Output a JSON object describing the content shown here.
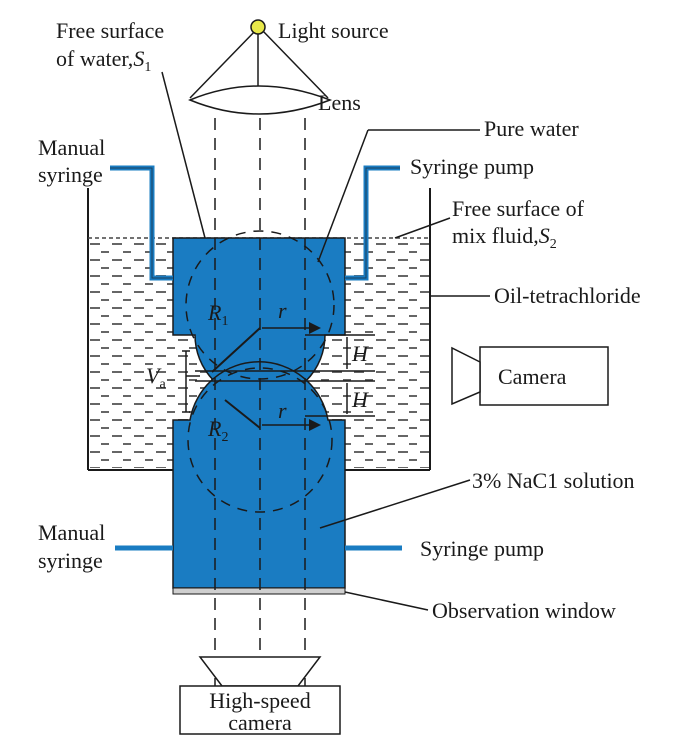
{
  "labels": {
    "free_surface_water_1": "Free surface",
    "free_surface_water_2": "of water,",
    "s1": "S",
    "s1_sub": "1",
    "light_source": "Light source",
    "lens": "Lens",
    "pure_water": "Pure water",
    "manual_syringe_top_1": "Manual",
    "manual_syringe_top_2": "syringe",
    "syringe_pump_top": "Syringe pump",
    "free_surface_mix_1": "Free surface of",
    "free_surface_mix_2": "mix fluid,",
    "s2": "S",
    "s2_sub": "2",
    "oil": "Oil-tetrachloride",
    "r1": "R",
    "r1_sub": "1",
    "r2": "R",
    "r2_sub": "2",
    "r_upper": "r",
    "r_lower": "r",
    "h_upper": "H",
    "h_lower": "H",
    "va": "V",
    "va_sub": "a",
    "camera": "Camera",
    "nacl": "3% NaC1 solution",
    "manual_syringe_bottom_1": "Manual",
    "manual_syringe_bottom_2": "syringe",
    "syringe_pump_bottom": "Syringe pump",
    "observation_window": "Observation window",
    "high_speed_1": "High-speed",
    "high_speed_2": "camera"
  },
  "colors": {
    "water": "#1a7cc2",
    "line": "#1a1a1a",
    "light_source": "#e8e84a",
    "tank_fill": "#ffffff",
    "dash_fill": "#555555"
  }
}
